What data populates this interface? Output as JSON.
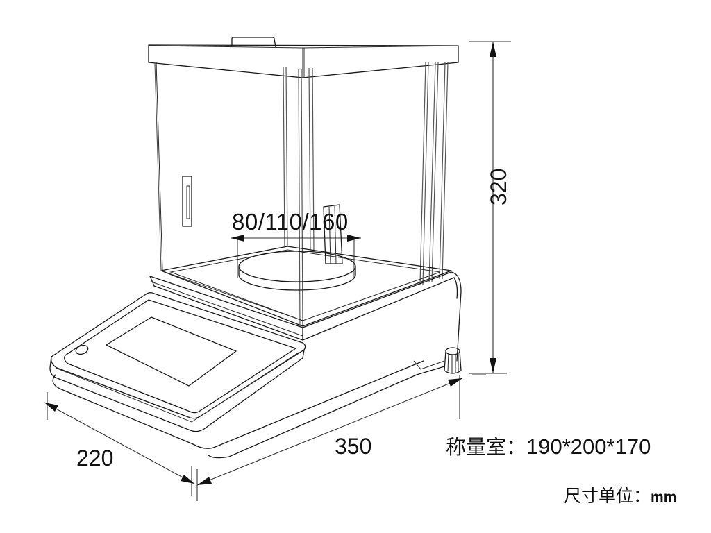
{
  "figure": {
    "subject": "analytical-balance-line-drawing",
    "dimensions": {
      "pan_diameter": {
        "label": "80/110/160",
        "value_mm": [
          80,
          110,
          160
        ]
      },
      "height": {
        "label": "320",
        "value_mm": 320
      },
      "depth": {
        "label": "220",
        "value_mm": 220
      },
      "width": {
        "label": "350",
        "value_mm": 350
      }
    },
    "notes": {
      "chamber": {
        "prefix": "称量室：",
        "value": "190*200*170"
      },
      "unit": {
        "prefix": "尺寸单位：",
        "value": "mm"
      }
    },
    "colors": {
      "line": "#1a1a1a",
      "background": "#ffffff"
    }
  }
}
